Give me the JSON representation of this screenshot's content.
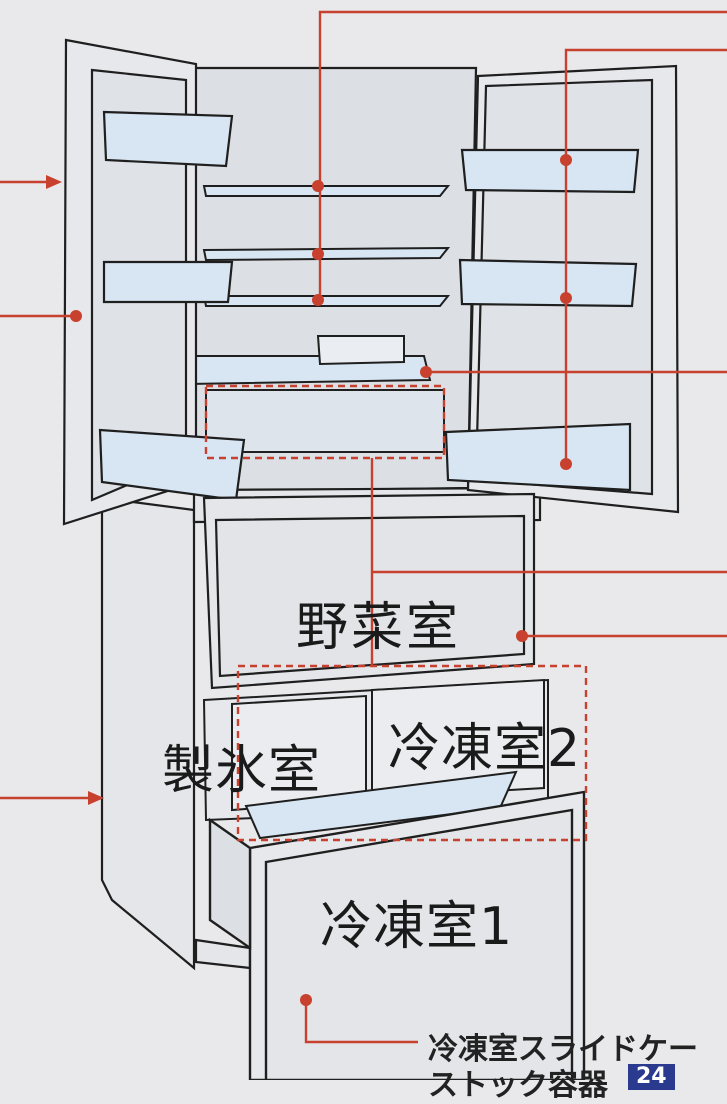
{
  "labels": {
    "vegetable_room": "野菜室",
    "ice_room": "製氷室",
    "freezer_2": "冷凍室2",
    "freezer_1": "冷凍室1",
    "slide_case": "冷凍室スライドケー",
    "stock_container": "ストック容器",
    "page_ref": "24"
  },
  "colors": {
    "background": "#e9e9ec",
    "line": "#1f1f1f",
    "fill_panel": "#e4e6ea",
    "fill_shelf": "#d7e6f2",
    "leader": "#c8412f",
    "dashed_box": "#c8412f",
    "page_badge": "#2a3b8f"
  }
}
